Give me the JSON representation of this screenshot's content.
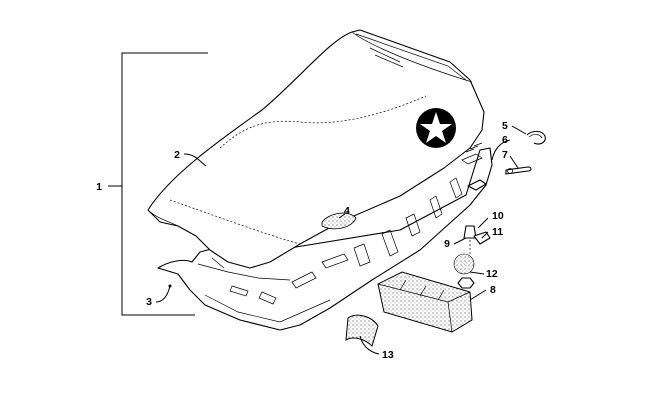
{
  "diagram": {
    "callouts": [
      {
        "id": "1",
        "label": "1"
      },
      {
        "id": "2",
        "label": "2"
      },
      {
        "id": "3",
        "label": "3"
      },
      {
        "id": "4",
        "label": "4"
      },
      {
        "id": "5",
        "label": "5"
      },
      {
        "id": "6",
        "label": "6"
      },
      {
        "id": "7",
        "label": "7"
      },
      {
        "id": "8",
        "label": "8"
      },
      {
        "id": "9",
        "label": "9"
      },
      {
        "id": "10",
        "label": "10"
      },
      {
        "id": "11",
        "label": "11"
      },
      {
        "id": "12",
        "label": "12"
      },
      {
        "id": "13",
        "label": "13"
      }
    ],
    "colors": {
      "line": "#000000",
      "background": "#ffffff",
      "stipple": "#555555"
    },
    "icons": [
      "star-emblem-icon"
    ]
  }
}
